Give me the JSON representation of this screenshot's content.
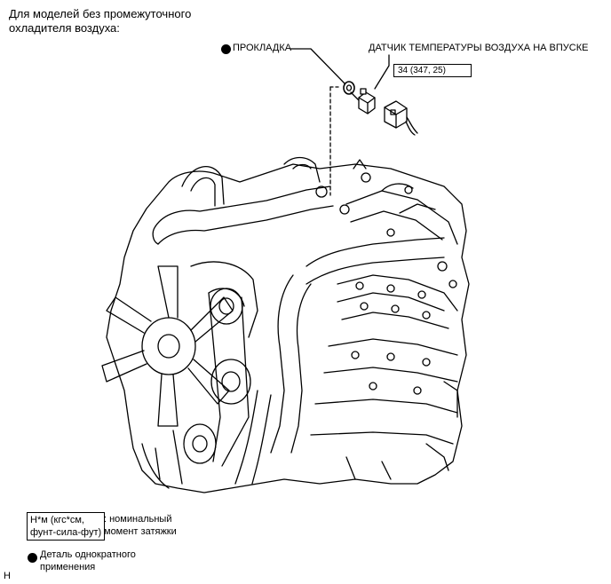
{
  "header": {
    "title": "Для моделей без промежуточного\nохладителя воздуха:"
  },
  "callouts": {
    "gasket": "ПРОКЛАДКА",
    "sensor": "ДАТЧИК ТЕМПЕРАТУРЫ ВОЗДУХА НА ВПУСКЕ",
    "torque": "34 (347, 25)"
  },
  "legend": {
    "torque_units": "Н*м (кгс*см,\nфунт-сила-фут)",
    "torque_desc": ": номинальный\nмомент затяжки",
    "non_reusable": "Деталь однократного\nприменения"
  },
  "code": "H",
  "icons": {
    "non_reusable_mark": "filled-circle-icon"
  }
}
